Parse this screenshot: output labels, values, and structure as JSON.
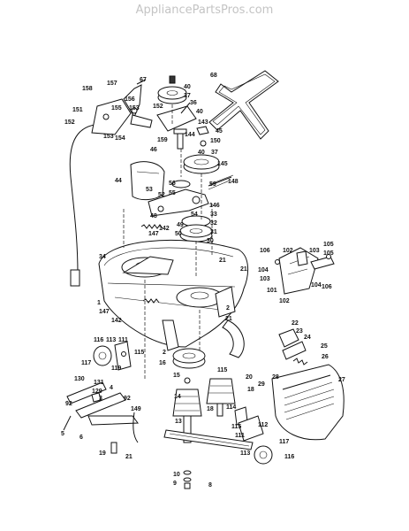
{
  "watermark": "AppliancePartsPros.com",
  "callouts": [
    "68",
    "158",
    "157",
    "67",
    "40",
    "37",
    "36",
    "40",
    "143",
    "151",
    "155",
    "156",
    "153",
    "152",
    "152",
    "154",
    "153",
    "144",
    "45",
    "159",
    "150",
    "40",
    "37",
    "46",
    "145",
    "148",
    "44",
    "56",
    "59",
    "53",
    "52",
    "55",
    "146",
    "48",
    "54",
    "33",
    "32",
    "49",
    "50",
    "31",
    "147",
    "142",
    "30",
    "34",
    "21",
    "106",
    "102",
    "103",
    "105",
    "105",
    "104",
    "103",
    "104",
    "106",
    "101",
    "102",
    "1",
    "147",
    "2",
    "21",
    "21",
    "142",
    "22",
    "23",
    "24",
    "25",
    "26",
    "27",
    "116",
    "113",
    "111",
    "115",
    "117",
    "2",
    "16",
    "119",
    "115",
    "20",
    "28",
    "29",
    "15",
    "18",
    "130",
    "131",
    "4",
    "129",
    "92",
    "3",
    "92",
    "14",
    "18",
    "114",
    "112",
    "13",
    "149",
    "5",
    "6",
    "115",
    "111",
    "19",
    "21",
    "10",
    "9",
    "8",
    "117",
    "113",
    "116"
  ]
}
